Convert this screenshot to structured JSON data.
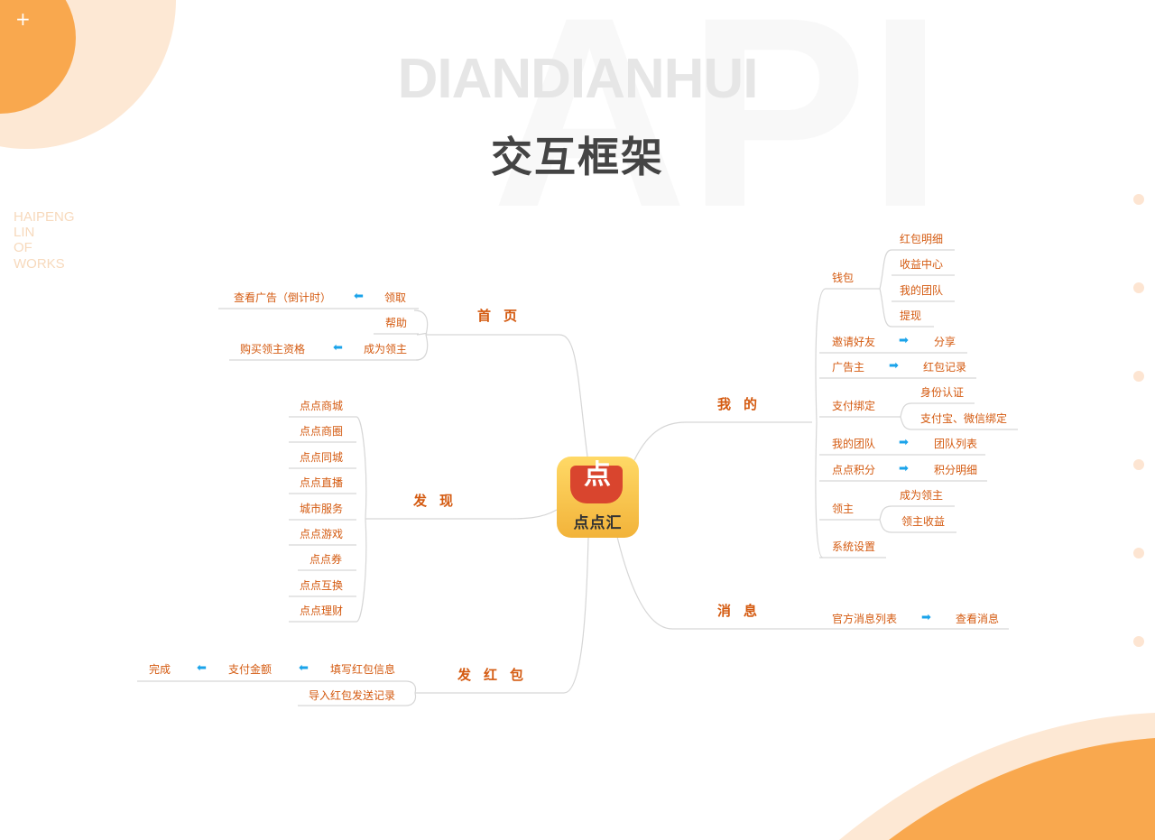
{
  "watermark": "DIANDIANHUI",
  "title": "交互框架",
  "side_text": "HAIPENG LIN OF WORKS",
  "logo": {
    "char": "点",
    "text": "点点汇",
    "icon": "app-logo-icon"
  },
  "colors": {
    "accent": "#f9a84e",
    "label": "#d45a10",
    "arrow": "#1aa3ea",
    "line": "#d6d6d6"
  },
  "home": {
    "title": "首页",
    "items": [
      "领取",
      "帮助",
      "成为领主"
    ],
    "sub": [
      "查看广告（倒计时）",
      "购买领主资格"
    ]
  },
  "discover": {
    "title": "发现",
    "items": [
      "点点商城",
      "点点商圈",
      "点点同城",
      "点点直播",
      "城市服务",
      "点点游戏",
      "点点券",
      "点点互换",
      "点点理财"
    ]
  },
  "redpack": {
    "title": "发红包",
    "items": [
      "填写红包信息",
      "导入红包发送记录"
    ],
    "sub": [
      "支付金额",
      "完成"
    ]
  },
  "mine": {
    "title": "我的",
    "wallet": {
      "label": "钱包",
      "items": [
        "红包明细",
        "收益中心",
        "我的团队",
        "提现"
      ]
    },
    "invite": {
      "label": "邀请好友",
      "target": "分享"
    },
    "advertiser": {
      "label": "广告主",
      "target": "红包记录"
    },
    "binding": {
      "label": "支付绑定",
      "items": [
        "身份认证",
        "支付宝、微信绑定"
      ]
    },
    "team": {
      "label": "我的团队",
      "target": "团队列表"
    },
    "points": {
      "label": "点点积分",
      "target": "积分明细"
    },
    "lord": {
      "label": "领主",
      "items": [
        "成为领主",
        "领主收益"
      ]
    },
    "settings": {
      "label": "系统设置"
    }
  },
  "messages": {
    "title": "消息",
    "label": "官方消息列表",
    "target": "查看消息"
  }
}
